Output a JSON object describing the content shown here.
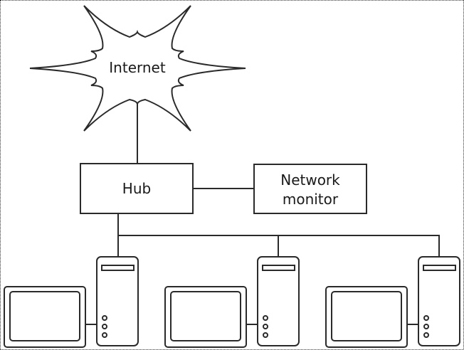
{
  "diagram": {
    "title": "Network monitoring topology",
    "nodes": {
      "internet": {
        "label": "Internet",
        "shape": "cloud-burst"
      },
      "hub": {
        "label": "Hub",
        "shape": "rectangle"
      },
      "monitor": {
        "label_line1": "Network",
        "label_line2": "monitor",
        "shape": "rectangle"
      }
    },
    "workstations": [
      {
        "name": "computer-1",
        "parts": [
          "monitor",
          "tower"
        ]
      },
      {
        "name": "computer-2",
        "parts": [
          "monitor",
          "tower"
        ]
      },
      {
        "name": "computer-3",
        "parts": [
          "monitor",
          "tower"
        ]
      }
    ],
    "edges": [
      {
        "from": "internet",
        "to": "hub"
      },
      {
        "from": "hub",
        "to": "monitor"
      },
      {
        "from": "hub",
        "to": "computer-1"
      },
      {
        "from": "hub",
        "to": "computer-2"
      },
      {
        "from": "hub",
        "to": "computer-3"
      }
    ],
    "colors": {
      "stroke": "#2a2a2a",
      "background": "#ffffff"
    }
  }
}
